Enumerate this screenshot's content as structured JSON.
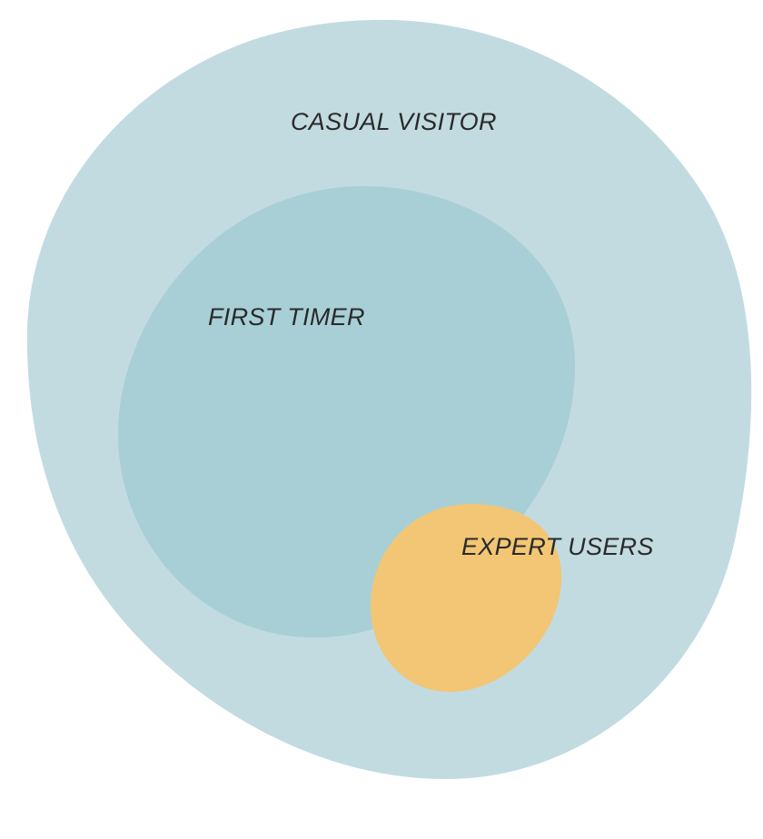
{
  "diagram": {
    "regions": [
      {
        "id": "casual-visitor",
        "label": "CASUAL VISITOR",
        "color": "#c2dbe1"
      },
      {
        "id": "first-timer",
        "label": "FIRST TIMER",
        "color": "#a8cfd6"
      },
      {
        "id": "expert-users",
        "label": "EXPERT USERS",
        "color": "#f2c674"
      }
    ]
  }
}
